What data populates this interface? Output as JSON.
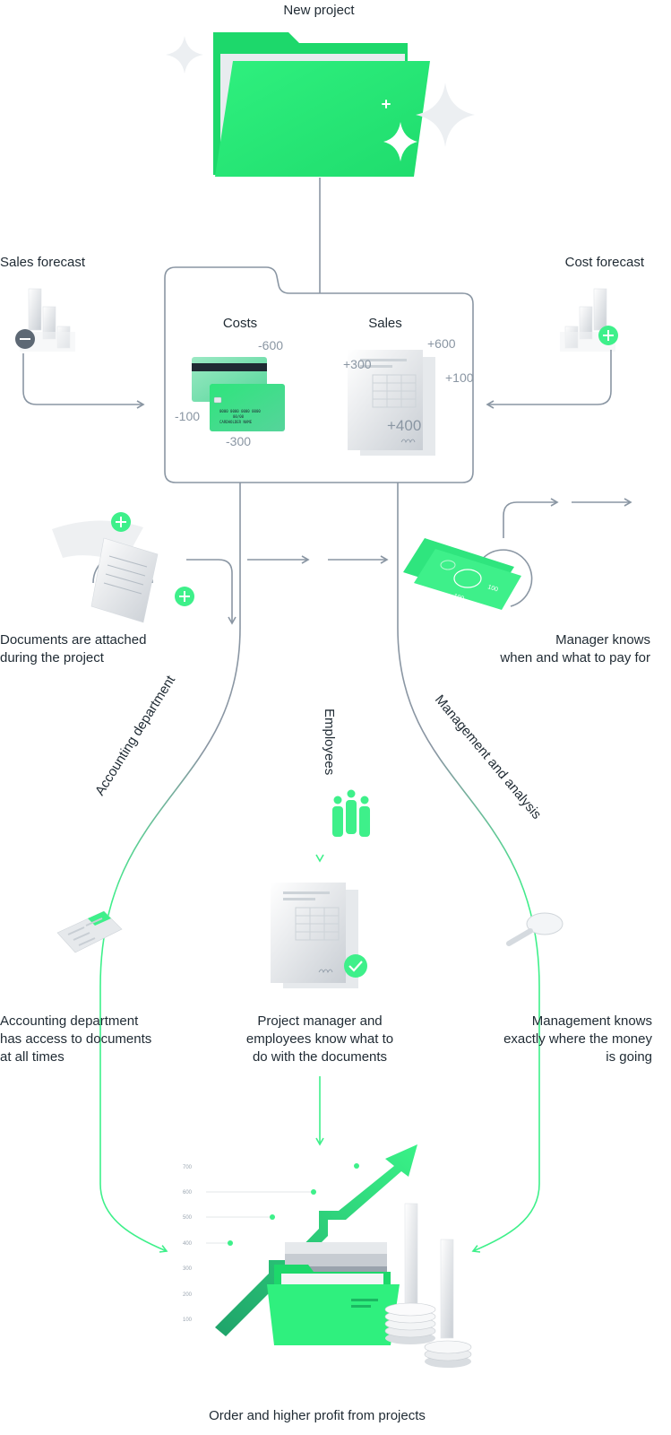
{
  "title": "New project",
  "left_forecast": "Sales forecast",
  "right_forecast": "Cost forecast",
  "card": {
    "costs_label": "Costs",
    "sales_label": "Sales",
    "cost_values": [
      "-600",
      "-100",
      "-300"
    ],
    "sales_values": [
      "+600",
      "+300",
      "+100",
      "+400"
    ],
    "card_number": "0000 0000 0000 0000",
    "card_expiry": "00/00",
    "card_holder": "CARDHOLDER NAME"
  },
  "documents_attached": [
    "Documents are attached",
    "during the project"
  ],
  "manager_knows": [
    "Manager knows",
    "when and what to pay for"
  ],
  "flow_labels": {
    "accounting": "Accounting department",
    "employees": "Employees",
    "management": "Management and analysis"
  },
  "bills": [
    "100",
    "100"
  ],
  "accounting_access": [
    "Accounting department",
    "has access to documents",
    "at all times"
  ],
  "project_manager": [
    "Project manager and",
    "employees know what to",
    "do with the documents"
  ],
  "management_knows": [
    "Management knows",
    "exactly where the money",
    "is going"
  ],
  "chart_ticks": [
    "700",
    "600",
    "500",
    "400",
    "300",
    "200",
    "100"
  ],
  "footer": "Order and higher profit from projects",
  "colors": {
    "accent": "#3ef08a",
    "line": "#8a96a3",
    "text": "#1f2a33"
  }
}
